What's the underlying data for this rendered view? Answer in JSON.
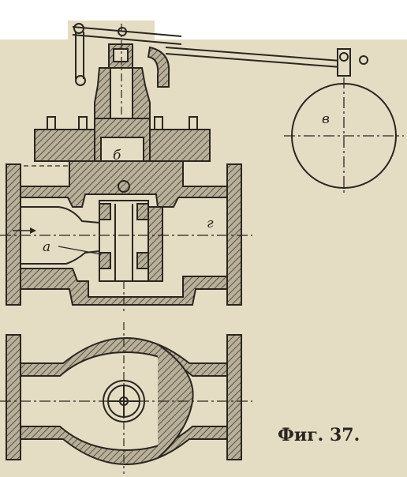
{
  "labels": {
    "a": "а",
    "b": "б",
    "v": "в",
    "g": "г"
  },
  "caption": "Фиг. 37.",
  "colors": {
    "paper": "#e4dcc3",
    "ink": "#2a2620",
    "hatch": "#5a5244"
  }
}
